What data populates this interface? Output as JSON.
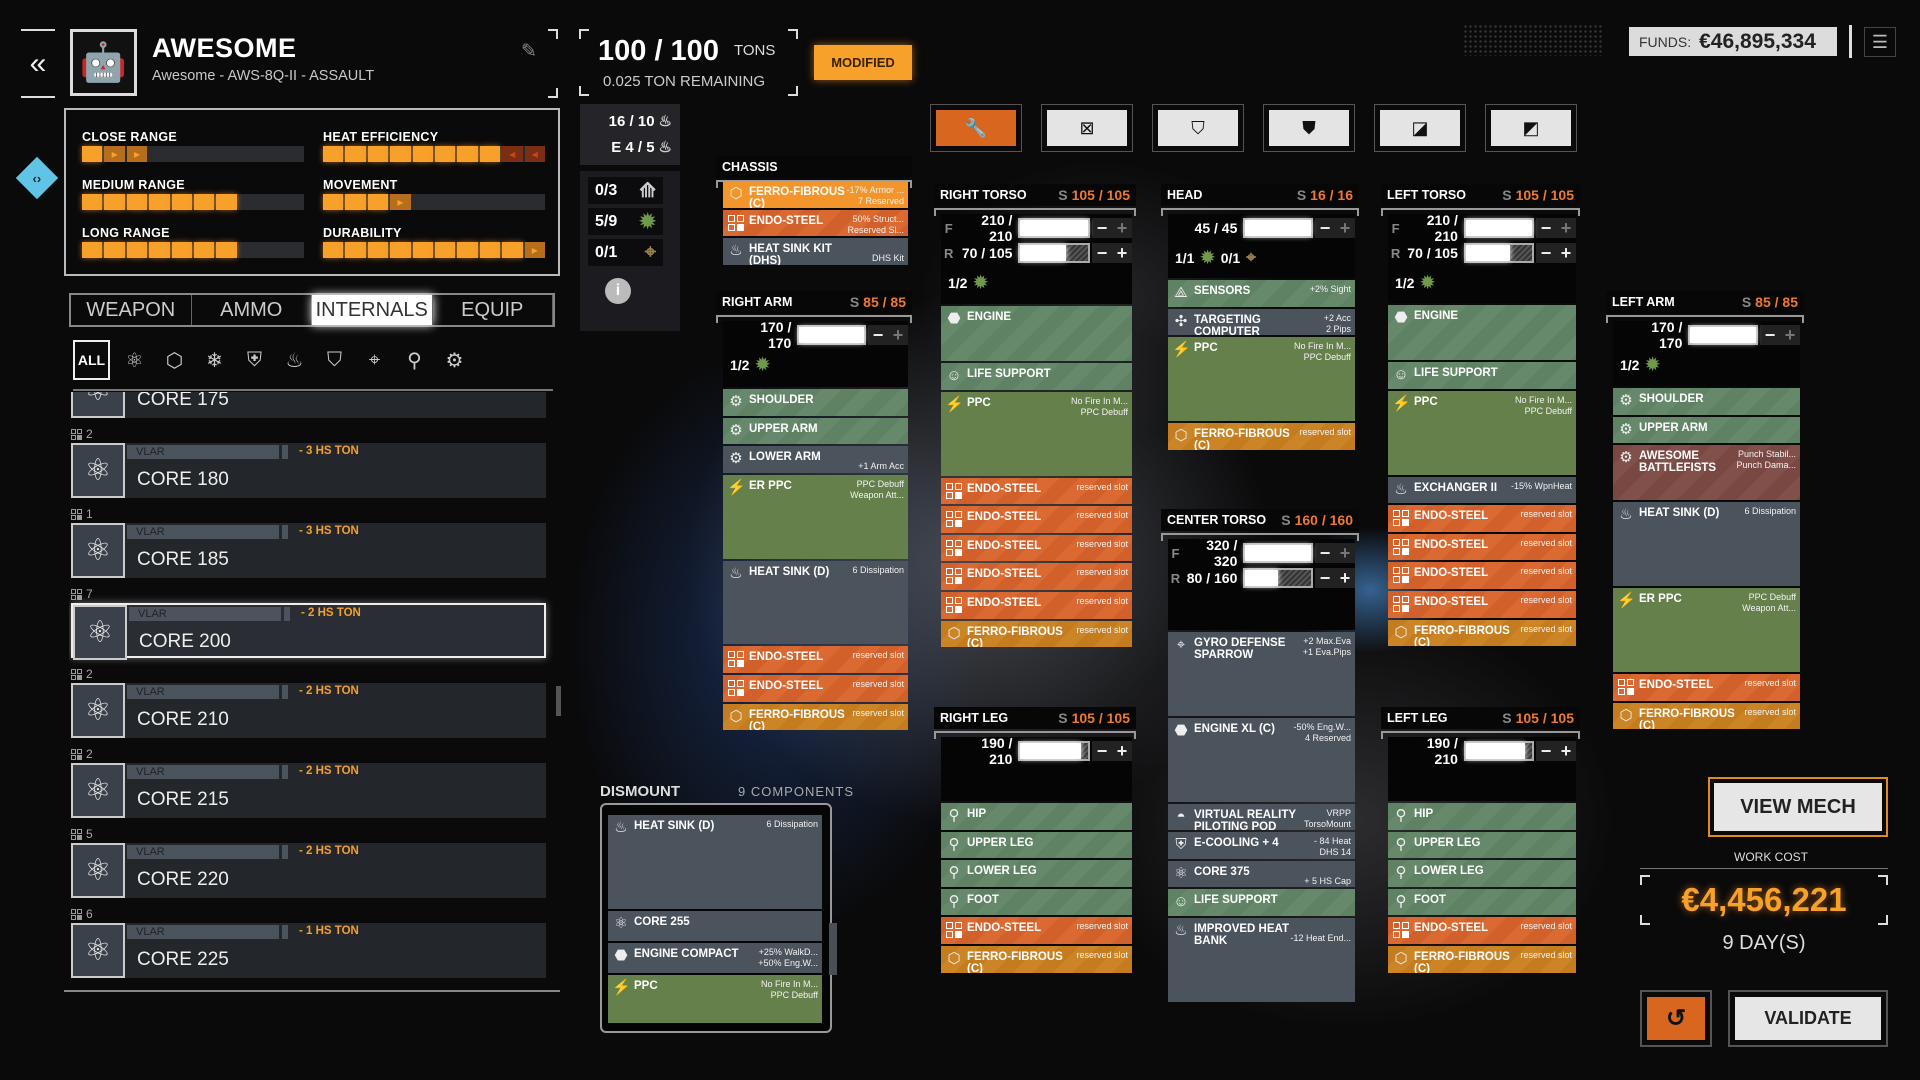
{
  "header": {
    "back_icon": "double-chevron-left-icon",
    "mech_name": "AWESOME",
    "mech_subtitle": "Awesome - AWS-8Q-II - ASSAULT",
    "edit_icon": "edit-icon"
  },
  "stats": [
    {
      "label": "CLOSE RANGE",
      "value": 1,
      "delta": 2
    },
    {
      "label": "HEAT EFFICIENCY",
      "value": 8,
      "delta": -2
    },
    {
      "label": "MEDIUM RANGE",
      "value": 7,
      "delta": 0
    },
    {
      "label": "MOVEMENT",
      "value": 3,
      "delta": 1
    },
    {
      "label": "LONG RANGE",
      "value": 7,
      "delta": 0
    },
    {
      "label": "DURABILITY",
      "value": 9,
      "delta": 1
    }
  ],
  "stat_segments": 10,
  "tabs": [
    {
      "label": "WEAPON"
    },
    {
      "label": "AMMO"
    },
    {
      "label": "INTERNALS",
      "active": true
    },
    {
      "label": "EQUIP"
    }
  ],
  "filters": [
    {
      "label": "ALL",
      "icon": "all",
      "active": true
    },
    {
      "icon": "engine-core-icon"
    },
    {
      "icon": "engine-type-icon"
    },
    {
      "icon": "cooling-icon"
    },
    {
      "icon": "e-cooling-icon"
    },
    {
      "icon": "heat-sink-icon"
    },
    {
      "icon": "armor-icon"
    },
    {
      "icon": "gyro-icon"
    },
    {
      "icon": "leg-actuator-icon"
    },
    {
      "icon": "arm-actuator-icon"
    }
  ],
  "inventory": {
    "selected": 3,
    "items": [
      {
        "count": "",
        "maker": "",
        "bonus": "",
        "name": "CORE 175"
      },
      {
        "count": "2",
        "maker": "VLAR",
        "bonus": "- 3 HS TON",
        "name": "CORE 180"
      },
      {
        "count": "1",
        "maker": "VLAR",
        "bonus": "- 3 HS TON",
        "name": "CORE 185"
      },
      {
        "count": "7",
        "maker": "VLAR",
        "bonus": "- 2 HS TON",
        "name": "CORE 200"
      },
      {
        "count": "2",
        "maker": "VLAR",
        "bonus": "- 2 HS TON",
        "name": "CORE 210"
      },
      {
        "count": "2",
        "maker": "VLAR",
        "bonus": "- 2 HS TON",
        "name": "CORE 215"
      },
      {
        "count": "5",
        "maker": "VLAR",
        "bonus": "- 2 HS TON",
        "name": "CORE 220"
      },
      {
        "count": "6",
        "maker": "VLAR",
        "bonus": "- 1 HS TON",
        "name": "CORE 225"
      }
    ]
  },
  "tonnage": {
    "value": "100 / 100",
    "unit": "TONS",
    "remaining": "0.025 TON REMAINING",
    "status": "MODIFIED"
  },
  "heat": {
    "sinks": "16 / 10",
    "engine": "E 4 / 5"
  },
  "hardpoints": [
    {
      "value": "0/3",
      "icon": "missile-icon"
    },
    {
      "value": "5/9",
      "icon": "energy-icon"
    },
    {
      "value": "0/1",
      "icon": "support-icon"
    }
  ],
  "info_label": "i",
  "toolbar": [
    {
      "icon": "wrench-icon",
      "active": true
    },
    {
      "icon": "strip-all-icon"
    },
    {
      "icon": "strip-armor-icon"
    },
    {
      "icon": "max-armor-icon"
    },
    {
      "icon": "hide-left-icon"
    },
    {
      "icon": "hide-right-icon"
    }
  ],
  "funds": {
    "label": "FUNDS:",
    "value": "€46,895,334",
    "menu_icon": "menu-icon"
  },
  "sections": [
    {
      "id": "chassis",
      "title": "CHASSIS",
      "structure": "",
      "armor": [],
      "hardpoints": [],
      "items": [
        {
          "name": "FERRO-FIBROUS (C)",
          "n1": "-17% Armor ...",
          "n2": "7 Reserved",
          "type": "ferrohi",
          "slots": 1
        },
        {
          "name": "ENDO-STEEL",
          "n1": "50% Struct...",
          "n2": "Reserved Sl...",
          "type": "endo",
          "slots": 1
        },
        {
          "name": "HEAT SINK KIT (DHS)",
          "n1": "",
          "n2": "DHS Kit",
          "type": "equip",
          "slots": 1
        }
      ]
    },
    {
      "id": "right_arm",
      "title": "RIGHT ARM",
      "structure": "85 / 85",
      "armor": [
        {
          "label": "",
          "value": "170 / 170"
        }
      ],
      "hardpoints": [
        {
          "value": "1/2",
          "icon": "energy"
        }
      ],
      "items": [
        {
          "name": "SHOULDER",
          "type": "internal",
          "slots": 1
        },
        {
          "name": "UPPER ARM",
          "type": "internal",
          "slots": 1
        },
        {
          "name": "LOWER ARM",
          "n1": "",
          "n2": "+1 Arm Acc",
          "type": "equip",
          "slots": 1
        },
        {
          "name": "ER PPC",
          "n1": "PPC Debuff",
          "n2": "Weapon Att...",
          "type": "weapon",
          "slots": 3
        },
        {
          "name": "HEAT SINK (D)",
          "n1": "6 Dissipation",
          "type": "equip",
          "slots": 3
        },
        {
          "name": "ENDO-STEEL",
          "n1": "reserved slot",
          "type": "endo",
          "slots": 1
        },
        {
          "name": "ENDO-STEEL",
          "n1": "reserved slot",
          "type": "endo",
          "slots": 1
        },
        {
          "name": "FERRO-FIBROUS (C)",
          "n1": "reserved slot",
          "type": "ferro",
          "slots": 1
        }
      ]
    },
    {
      "id": "right_torso",
      "title": "RIGHT TORSO",
      "structure": "105 / 105",
      "armor": [
        {
          "label": "F",
          "value": "210 / 210"
        },
        {
          "label": "R",
          "value": "70 / 105"
        }
      ],
      "hardpoints": [
        {
          "value": "1/2",
          "icon": "energy"
        }
      ],
      "items": [
        {
          "name": "ENGINE",
          "type": "internal",
          "slots": 2
        },
        {
          "name": "LIFE SUPPORT",
          "type": "internal",
          "slots": 1
        },
        {
          "name": "PPC",
          "n1": "No Fire In M...",
          "n2": "PPC Debuff",
          "type": "weapon",
          "slots": 3
        },
        {
          "name": "ENDO-STEEL",
          "n1": "reserved slot",
          "type": "endo",
          "slots": 1
        },
        {
          "name": "ENDO-STEEL",
          "n1": "reserved slot",
          "type": "endo",
          "slots": 1
        },
        {
          "name": "ENDO-STEEL",
          "n1": "reserved slot",
          "type": "endo",
          "slots": 1
        },
        {
          "name": "ENDO-STEEL",
          "n1": "reserved slot",
          "type": "endo",
          "slots": 1
        },
        {
          "name": "ENDO-STEEL",
          "n1": "reserved slot",
          "type": "endo",
          "slots": 1
        },
        {
          "name": "FERRO-FIBROUS (C)",
          "n1": "reserved slot",
          "type": "ferro",
          "slots": 1
        }
      ]
    },
    {
      "id": "head",
      "title": "HEAD",
      "structure": "16 / 16",
      "armor": [
        {
          "label": "",
          "value": "45 / 45"
        }
      ],
      "hardpoints": [
        {
          "value": "1/1",
          "icon": "energy"
        },
        {
          "value": "0/1",
          "icon": "support"
        }
      ],
      "items": [
        {
          "name": "SENSORS",
          "n1": "+2% Sight",
          "type": "internal",
          "slots": 1
        },
        {
          "name": "TARGETING COMPUTER [ASSAULT]",
          "n1": "+2 Acc",
          "n2": "2 Pips",
          "type": "equip",
          "slots": 1
        },
        {
          "name": "PPC",
          "n1": "No Fire In M...",
          "n2": "PPC Debuff",
          "type": "weapon",
          "slots": 3
        },
        {
          "name": "FERRO-FIBROUS (C)",
          "n1": "reserved slot",
          "type": "ferro",
          "slots": 1
        }
      ]
    },
    {
      "id": "left_torso",
      "title": "LEFT TORSO",
      "structure": "105 / 105",
      "armor": [
        {
          "label": "F",
          "value": "210 / 210"
        },
        {
          "label": "R",
          "value": "70 / 105"
        }
      ],
      "hardpoints": [
        {
          "value": "1/2",
          "icon": "energy"
        }
      ],
      "items": [
        {
          "name": "ENGINE",
          "type": "internal",
          "slots": 2
        },
        {
          "name": "LIFE SUPPORT",
          "type": "internal",
          "slots": 1
        },
        {
          "name": "PPC",
          "n1": "No Fire In M...",
          "n2": "PPC Debuff",
          "type": "weapon",
          "slots": 3
        },
        {
          "name": "EXCHANGER II",
          "n1": "-15% WpnHeat",
          "type": "equip",
          "slots": 1
        },
        {
          "name": "ENDO-STEEL",
          "n1": "reserved slot",
          "type": "endo",
          "slots": 1
        },
        {
          "name": "ENDO-STEEL",
          "n1": "reserved slot",
          "type": "endo",
          "slots": 1
        },
        {
          "name": "ENDO-STEEL",
          "n1": "reserved slot",
          "type": "endo",
          "slots": 1
        },
        {
          "name": "ENDO-STEEL",
          "n1": "reserved slot",
          "type": "endo",
          "slots": 1
        },
        {
          "name": "FERRO-FIBROUS (C)",
          "n1": "reserved slot",
          "type": "ferro",
          "slots": 1
        }
      ]
    },
    {
      "id": "center_torso",
      "title": "CENTER TORSO",
      "structure": "160 / 160",
      "armor": [
        {
          "label": "F",
          "value": "320 / 320"
        },
        {
          "label": "R",
          "value": "80 / 160"
        }
      ],
      "hardpoints": [],
      "items": [
        {
          "name": "GYRO DEFENSE SPARROW",
          "n1": "+2 Max.Eva",
          "n2": "+1 Eva.Pips",
          "type": "equip",
          "slots": 3
        },
        {
          "name": "ENGINE XL (C)",
          "n1": "-50% Eng.W...",
          "n2": "4 Reserved",
          "type": "equip",
          "slots": 3
        },
        {
          "name": "VIRTUAL REALITY PILOTING POD",
          "n1": "VRPP",
          "n2": "TorsoMount",
          "type": "equip",
          "slots": 1
        },
        {
          "name": "E-COOLING + 4",
          "n1": "- 84 Heat",
          "n2": "DHS 14",
          "type": "equip",
          "slots": 1
        },
        {
          "name": "CORE 375",
          "n1": "",
          "n2": "+ 5 HS Cap",
          "type": "equip",
          "slots": 1
        },
        {
          "name": "LIFE SUPPORT",
          "type": "internal",
          "slots": 1
        },
        {
          "name": "IMPROVED HEAT BANK",
          "n1": "",
          "n2": "-12 Heat End...",
          "type": "equip",
          "slots": 3
        }
      ]
    },
    {
      "id": "left_arm",
      "title": "LEFT ARM",
      "structure": "85 / 85",
      "armor": [
        {
          "label": "",
          "value": "170 / 170"
        }
      ],
      "hardpoints": [
        {
          "value": "1/2",
          "icon": "energy"
        }
      ],
      "items": [
        {
          "name": "SHOULDER",
          "type": "internal",
          "slots": 1
        },
        {
          "name": "UPPER ARM",
          "type": "internal",
          "slots": 1
        },
        {
          "name": "AWESOME BATTLEFISTS",
          "n1": "Punch Stabil...",
          "n2": "Punch Dama...",
          "type": "special",
          "slots": 2
        },
        {
          "name": "HEAT SINK (D)",
          "n1": "6 Dissipation",
          "type": "equip",
          "slots": 3
        },
        {
          "name": "ER PPC",
          "n1": "PPC Debuff",
          "n2": "Weapon Att...",
          "type": "weapon",
          "slots": 3
        },
        {
          "name": "ENDO-STEEL",
          "n1": "reserved slot",
          "type": "endo",
          "slots": 1
        },
        {
          "name": "FERRO-FIBROUS (C)",
          "n1": "reserved slot",
          "type": "ferro",
          "slots": 1
        }
      ]
    },
    {
      "id": "right_leg",
      "title": "RIGHT LEG",
      "structure": "105 / 105",
      "armor": [
        {
          "label": "",
          "value": "190 / 210"
        }
      ],
      "hardpoints": [],
      "items": [
        {
          "name": "HIP",
          "type": "internal",
          "slots": 1
        },
        {
          "name": "UPPER LEG",
          "type": "internal",
          "slots": 1
        },
        {
          "name": "LOWER LEG",
          "type": "internal",
          "slots": 1
        },
        {
          "name": "FOOT",
          "type": "internal",
          "slots": 1
        },
        {
          "name": "ENDO-STEEL",
          "n1": "reserved slot",
          "type": "endo",
          "slots": 1
        },
        {
          "name": "FERRO-FIBROUS (C)",
          "n1": "reserved slot",
          "type": "ferro",
          "slots": 1
        }
      ]
    },
    {
      "id": "left_leg",
      "title": "LEFT LEG",
      "structure": "105 / 105",
      "armor": [
        {
          "label": "",
          "value": "190 / 210"
        }
      ],
      "hardpoints": [],
      "items": [
        {
          "name": "HIP",
          "type": "internal",
          "slots": 1
        },
        {
          "name": "UPPER LEG",
          "type": "internal",
          "slots": 1
        },
        {
          "name": "LOWER LEG",
          "type": "internal",
          "slots": 1
        },
        {
          "name": "FOOT",
          "type": "internal",
          "slots": 1
        },
        {
          "name": "ENDO-STEEL",
          "n1": "reserved slot",
          "type": "endo",
          "slots": 1
        },
        {
          "name": "FERRO-FIBROUS (C)",
          "n1": "reserved slot",
          "type": "ferro",
          "slots": 1
        }
      ]
    }
  ],
  "structure_prefix": "S",
  "dismount": {
    "title": "DISMOUNT",
    "count": "9 COMPONENTS",
    "items": [
      {
        "name": "HEAT SINK (D)",
        "n1": "6 Dissipation",
        "type": "equip",
        "slots": 3
      },
      {
        "name": "CORE 255",
        "type": "equip",
        "slots": 1
      },
      {
        "name": "ENGINE COMPACT",
        "n1": "+25% WalkD...",
        "n2": "+50% Eng.W...",
        "type": "equip",
        "slots": 1
      },
      {
        "name": "PPC",
        "n1": "No Fire In M...",
        "n2": "PPC Debuff",
        "type": "weapon",
        "slots": 3
      }
    ]
  },
  "actions": {
    "view_mech": "VIEW MECH",
    "work_cost_label": "WORK COST",
    "work_cost": "€4,456,221",
    "duration": "9 DAY(S)",
    "undo_icon": "undo-icon",
    "validate": "VALIDATE"
  },
  "colors": {
    "accent": "#f7a02a",
    "endo": "#d2602a",
    "ferro": "#c47c1e",
    "internal": "#5f8264",
    "weapon": "#66804c",
    "equip": "#4b535d"
  }
}
